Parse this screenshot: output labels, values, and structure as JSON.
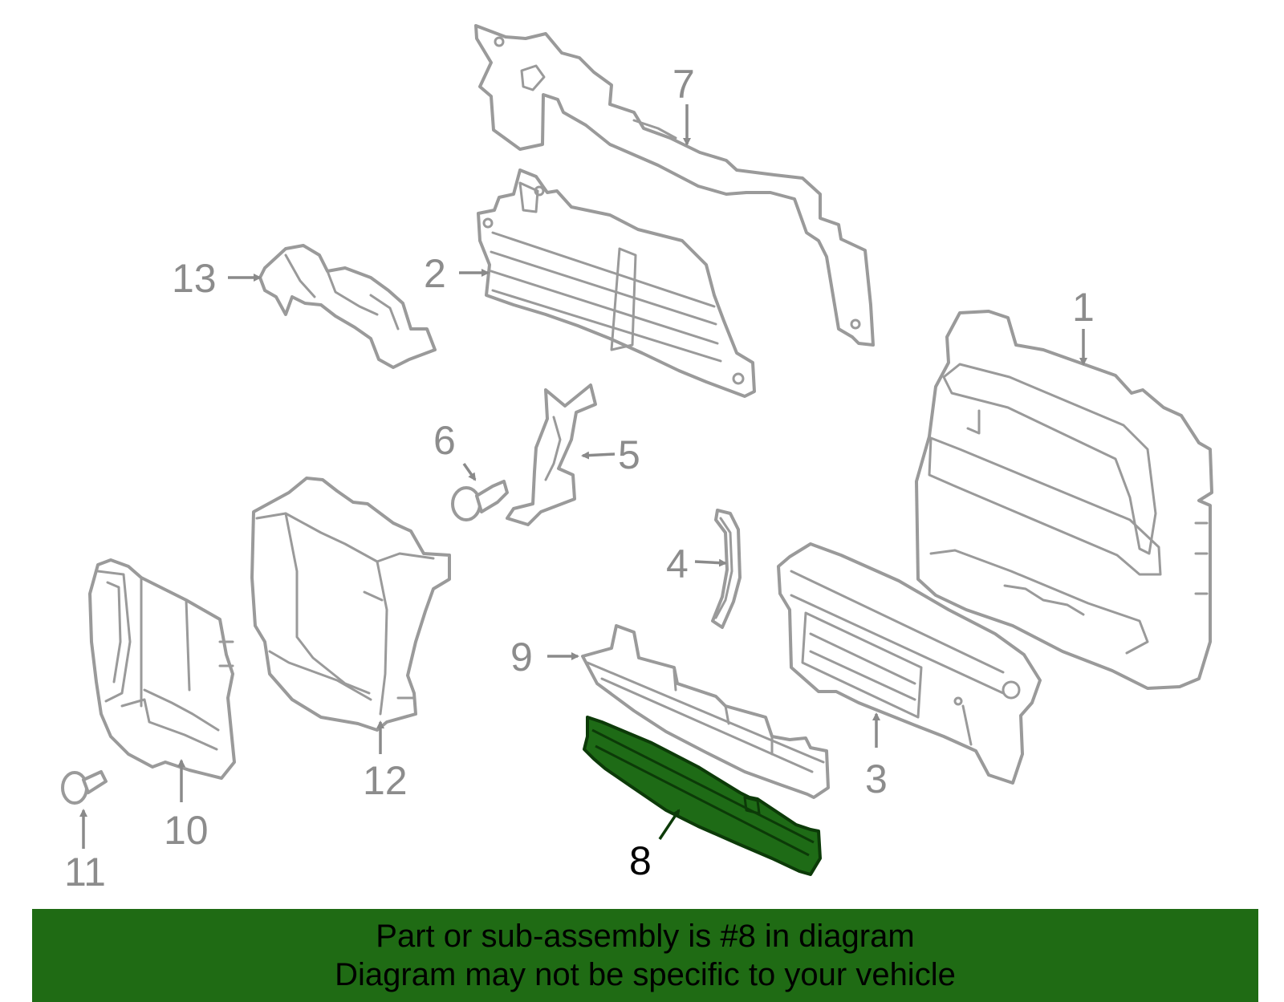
{
  "diagram": {
    "highlighted_part": "8",
    "highlight_color": "#1e6b16",
    "part_color": "#9a9a9a",
    "callouts": [
      "1",
      "2",
      "3",
      "4",
      "5",
      "6",
      "7",
      "8",
      "9",
      "10",
      "11",
      "12",
      "13"
    ]
  },
  "footer": {
    "background": "#1f6b14",
    "line1": "Part or sub-assembly is #8 in diagram",
    "line2": "Diagram may not be specific to your vehicle"
  }
}
